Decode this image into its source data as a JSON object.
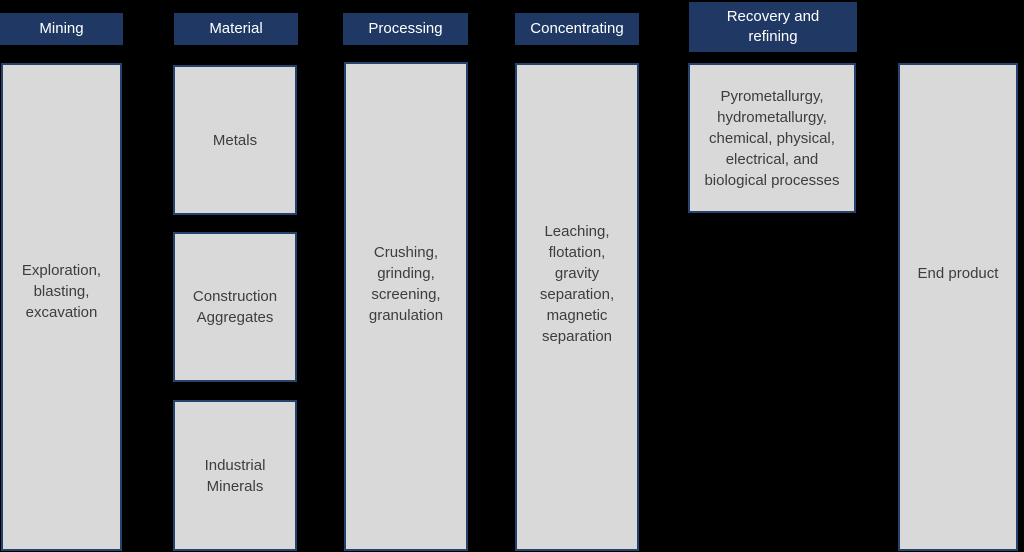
{
  "diagram": {
    "title_semantic": "Mining value chain process flow",
    "colors": {
      "background": "#000000",
      "header_fill": "#1f3864",
      "header_text": "#ffffff",
      "box_fill": "#d9d9d9",
      "box_border": "#26436e",
      "box_text": "#3d3d3d"
    },
    "columns": [
      {
        "header": "Mining",
        "boxes": [
          "Exploration, blasting, excavation"
        ]
      },
      {
        "header": "Material",
        "boxes": [
          "Metals",
          "Construction Aggregates",
          "Industrial Minerals"
        ]
      },
      {
        "header": "Processing",
        "boxes": [
          "Crushing, grinding, screening, granulation"
        ]
      },
      {
        "header": "Concentrating",
        "boxes": [
          "Leaching, flotation, gravity separation, magnetic separation"
        ]
      },
      {
        "header": "Recovery and refining",
        "boxes": [
          "Pyrometallurgy, hydrometallurgy, chemical, physical, electrical, and biological processes"
        ]
      },
      {
        "header": "",
        "boxes": [
          "End product"
        ]
      }
    ]
  }
}
